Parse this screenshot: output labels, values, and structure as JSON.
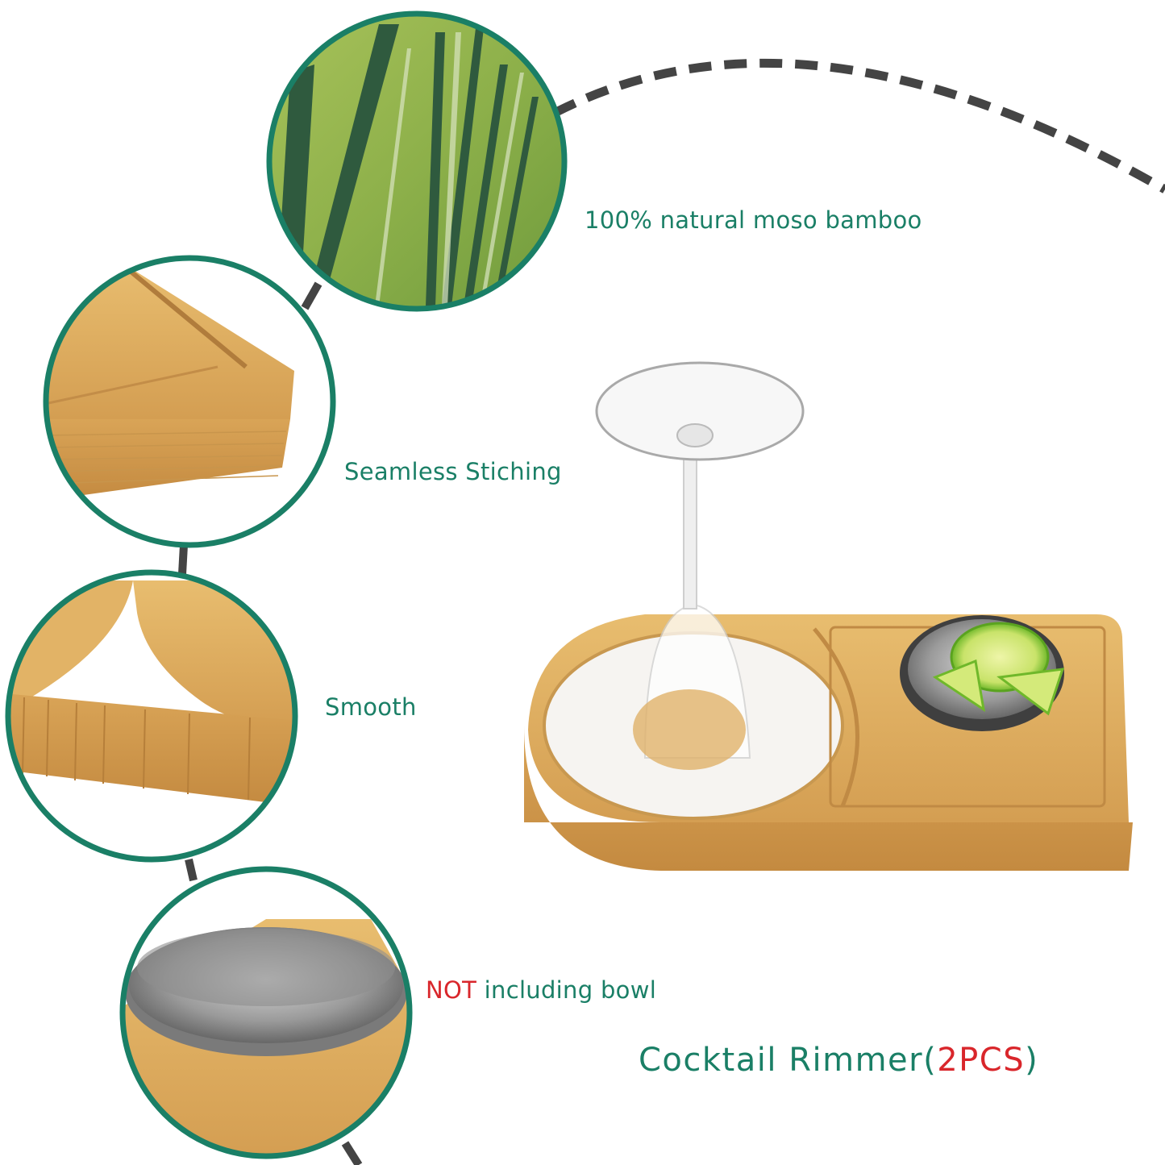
{
  "features": [
    {
      "id": "bamboo",
      "label": "100% natural moso bamboo",
      "image": "bamboo-forest"
    },
    {
      "id": "stitching",
      "label": "Seamless Stiching",
      "image": "board-corner-closeup"
    },
    {
      "id": "smooth",
      "label": "Smooth",
      "image": "smooth-edge-closeup"
    },
    {
      "id": "bowl",
      "label_highlight": "NOT",
      "label_rest": " including bowl",
      "image": "steel-bowl-closeup"
    }
  ],
  "product": {
    "title_main": "Cocktail Rimmer(",
    "title_highlight": "2PCS",
    "title_end": ")",
    "image": "bamboo-rimmer-board-with-glass-and-limes"
  },
  "colors": {
    "accent_green": "#1a7f66",
    "highlight_red": "#d9262b",
    "connector": "#444444",
    "bamboo": "#dcae63"
  }
}
